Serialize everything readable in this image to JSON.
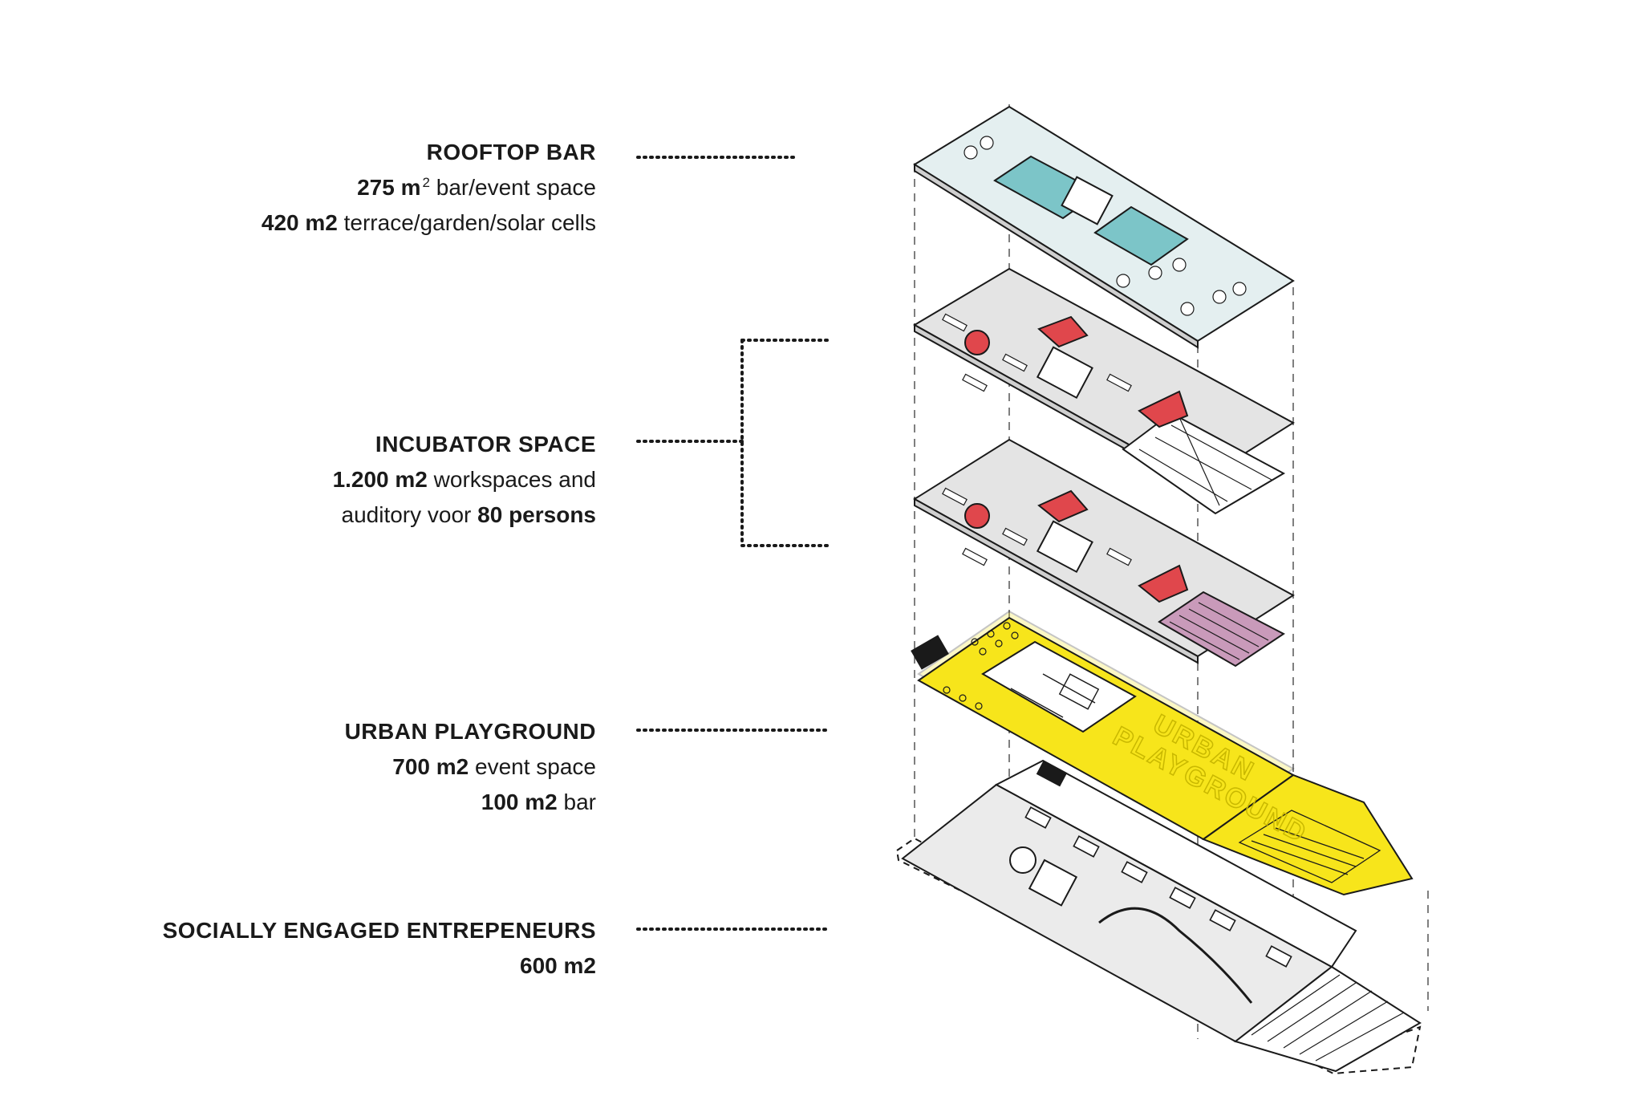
{
  "labels": {
    "rooftop": {
      "title": "ROOFTOP BAR",
      "line1_value": "275 m",
      "line1_sup": "2",
      "line1_text": " bar/event space",
      "line2_value": "420 m2",
      "line2_text": " terrace/garden/solar cells"
    },
    "incubator": {
      "title": "INCUBATOR SPACE",
      "line1_value": "1.200 m2",
      "line1_text": " workspaces and",
      "line2_text": "auditory voor ",
      "line2_value": "80 persons"
    },
    "urban": {
      "title": "URBAN PLAYGROUND",
      "line1_value": "700 m2",
      "line1_text": " event space",
      "line2_value": "100 m2",
      "line2_text": " bar"
    },
    "social": {
      "title": "SOCIALLY ENGAGED ENTREPENEURS",
      "line1_value": "600 m2"
    }
  },
  "floor_text": {
    "urban_line1": "URBAN",
    "urban_line2": "PLAYGROUND"
  },
  "colors": {
    "rooftop_accent": "#7cc5c8",
    "floor_grey": "#e4e4e4",
    "incubator_red": "#e0474c",
    "auditorium_pink": "#c99aba",
    "playground_yellow": "#f7e51b",
    "line": "#1a1a1a"
  }
}
